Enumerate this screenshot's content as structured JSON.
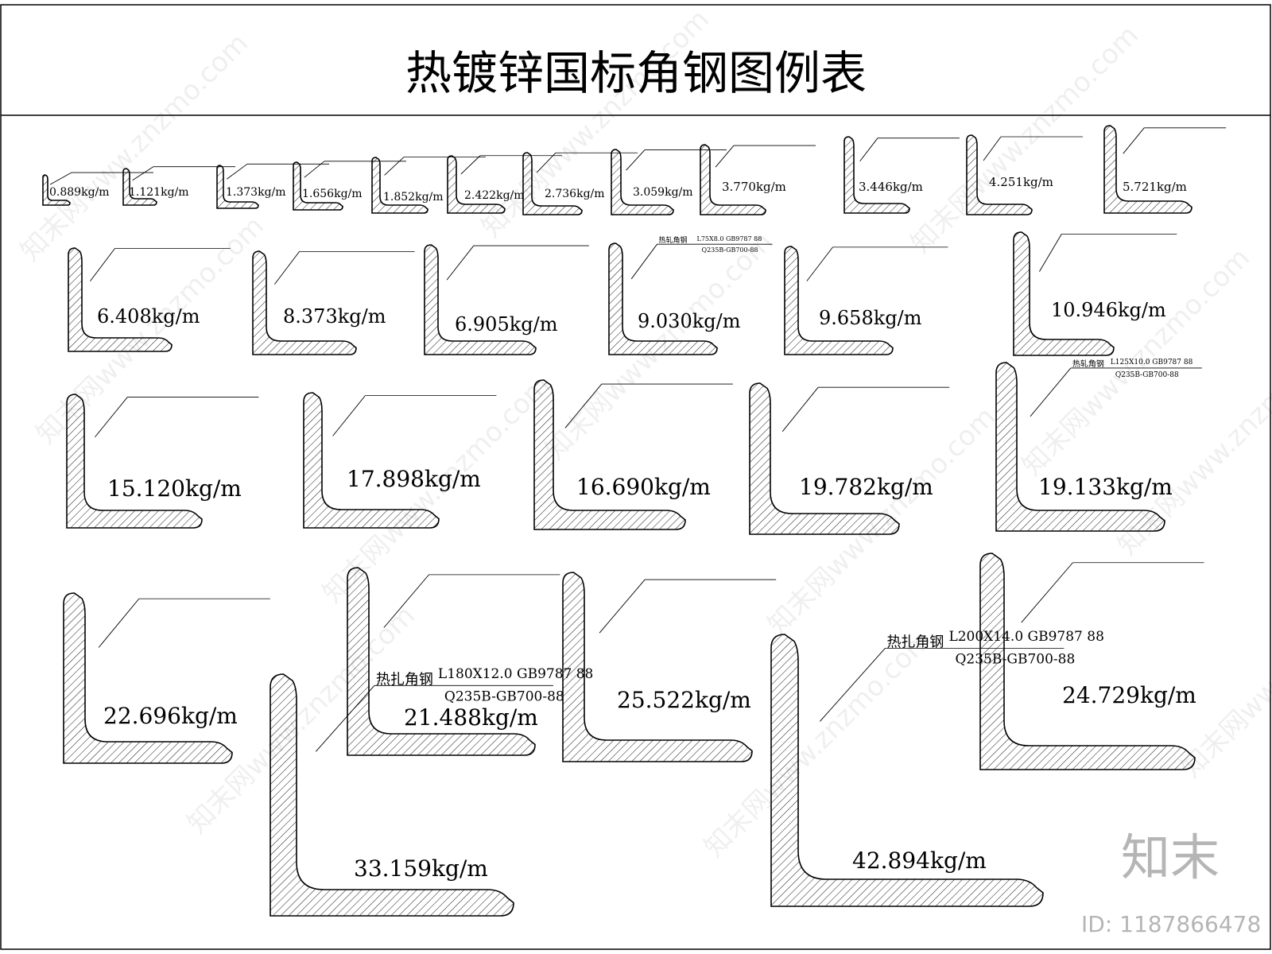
{
  "title": "热镀锌国标角钢图例表",
  "colors": {
    "line": "#000000",
    "hatch": "#000000",
    "background": "#ffffff",
    "watermark": "#bdbdbd"
  },
  "profiles": [
    {
      "weight": "0.889kg/m"
    },
    {
      "weight": "1.121kg/m"
    },
    {
      "weight": "1.373kg/m"
    },
    {
      "weight": "1.656kg/m"
    },
    {
      "weight": "1.852kg/m"
    },
    {
      "weight": "2.422kg/m"
    },
    {
      "weight": "2.736kg/m"
    },
    {
      "weight": "3.059kg/m"
    },
    {
      "weight": "3.770kg/m"
    },
    {
      "weight": "3.446kg/m"
    },
    {
      "weight": "4.251kg/m"
    },
    {
      "weight": "5.721kg/m"
    },
    {
      "weight": "6.408kg/m"
    },
    {
      "weight": "8.373kg/m"
    },
    {
      "weight": "6.905kg/m"
    },
    {
      "weight": "9.030kg/m",
      "material": "热轧角钢",
      "spec": "L75X8.0 GB9787 88",
      "grade": "Q235B-GB700-88"
    },
    {
      "weight": "9.658kg/m"
    },
    {
      "weight": "10.946kg/m"
    },
    {
      "weight": "15.120kg/m"
    },
    {
      "weight": "17.898kg/m"
    },
    {
      "weight": "16.690kg/m"
    },
    {
      "weight": "19.782kg/m"
    },
    {
      "weight": "19.133kg/m",
      "material": "热轧角钢",
      "spec": "L125X10.0 GB9787 88",
      "grade": "Q235B-GB700-88"
    },
    {
      "weight": "22.696kg/m"
    },
    {
      "weight": "21.488kg/m"
    },
    {
      "weight": "25.522kg/m"
    },
    {
      "weight": "24.729kg/m"
    },
    {
      "weight": "33.159kg/m",
      "material": "热扎角钢",
      "spec": "L180X12.0 GB9787 88",
      "grade": "Q235B-GB700-88"
    },
    {
      "weight": "42.894kg/m",
      "material": "热扎角钢",
      "spec": "L200X14.0 GB9787 88",
      "grade": "Q235B-GB700-88"
    }
  ],
  "watermark": {
    "brand": "知末",
    "id": "ID: 1187866478",
    "repeat": "知末网www.znzmo.com"
  }
}
